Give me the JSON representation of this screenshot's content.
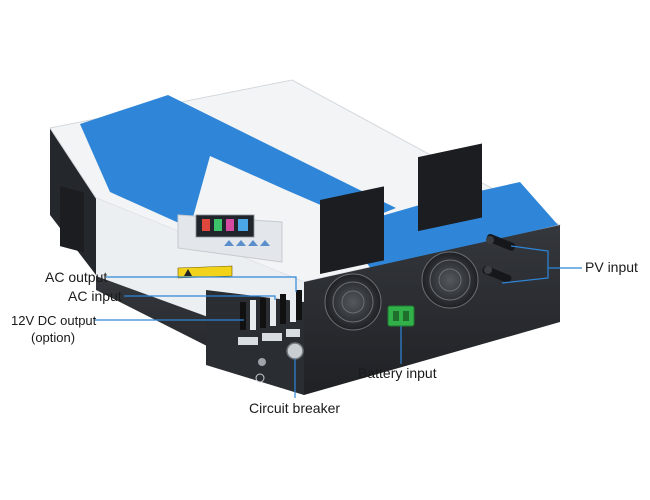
{
  "labels": {
    "ac_output": "AC output",
    "ac_input": "AC input",
    "dc_output_line1": "12V DC output",
    "dc_output_line2": "(option)",
    "battery_input": "Battery input",
    "circuit_breaker": "Circuit breaker",
    "pv_input": "PV input"
  },
  "colors": {
    "accent_blue": "#2f86d8",
    "callout_line": "#2f86d8",
    "body_white": "#f2f4f6",
    "body_dark": "#2a2d31",
    "terminal_green": "#32b04a",
    "warning_yellow": "#f3d21a"
  },
  "icons": [
    "warning-sticker",
    "cooling-fan",
    "terminal-block",
    "circuit-breaker-knob",
    "pv-connector",
    "lcd-display"
  ]
}
